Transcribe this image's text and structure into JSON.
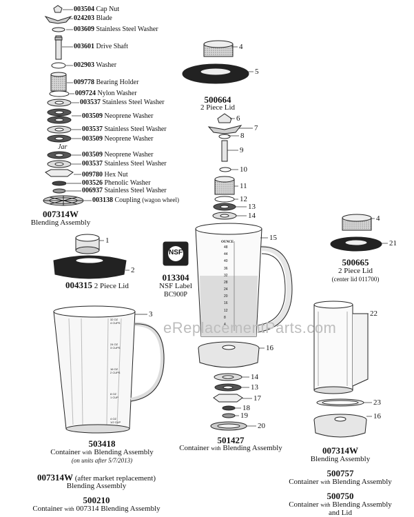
{
  "kit_parts": [
    {
      "num": "003504",
      "name": "Cap Nut"
    },
    {
      "num": "024203",
      "name": "Blade"
    },
    {
      "num": "003609",
      "name": "Stainless Steel Washer"
    },
    {
      "num": "003601",
      "name": "Drive Shaft"
    },
    {
      "num": "002903",
      "name": "Washer"
    },
    {
      "num": "009778",
      "name": "Bearing Holder"
    },
    {
      "num": "009724",
      "name": "Nylon Washer"
    },
    {
      "num": "003537",
      "name": "Stainless Steel Washer"
    },
    {
      "num": "003509",
      "name": "Neoprene Washer"
    },
    {
      "num": "003537",
      "name": "Stainless Steel Washer"
    },
    {
      "num": "003509",
      "name": "Neoprene Washer"
    },
    {
      "num": "003509",
      "name": "Neoprene Washer"
    },
    {
      "num": "003537",
      "name": "Stainless Steel Washer"
    },
    {
      "num": "009780",
      "name": "Hex Nut"
    },
    {
      "num": "003526",
      "name": "Phenolic Washer"
    },
    {
      "num": "006937",
      "name": "Stainless Steel Washer"
    },
    {
      "num": "003138",
      "name": "Coupling",
      "note": "(wagon wheel)"
    }
  ],
  "jar_label": "Jar",
  "kit_assembly": {
    "num": "007314W",
    "name": "Blending Assembly"
  },
  "lid_004315": {
    "num": "004315",
    "name": "2 Piece Lid"
  },
  "nsf": {
    "badge": "NSF",
    "num": "013304",
    "name": "NSF Label",
    "model": "BC900P"
  },
  "lid_500664": {
    "num": "500664",
    "name": "2 Piece Lid"
  },
  "lid_500665": {
    "num": "500665",
    "name": "2 Piece Lid",
    "note": "(center lid 011700)"
  },
  "callouts": [
    "1",
    "2",
    "3",
    "4",
    "5",
    "6",
    "7",
    "8",
    "9",
    "10",
    "11",
    "12",
    "13",
    "14",
    "15",
    "16",
    "14",
    "13",
    "17",
    "18",
    "19",
    "20",
    "4",
    "21",
    "22",
    "23",
    "16"
  ],
  "jar_ounce_label": "OUNCE",
  "jar_ounce_marks": [
    "48",
    "44",
    "40",
    "36",
    "32",
    "28",
    "24",
    "20",
    "16",
    "12",
    "8",
    "4"
  ],
  "jar_cup_marks": [
    {
      "oz": "32 OZ",
      "cups": "4 CUPS"
    },
    {
      "oz": "24 OZ",
      "cups": "3 CUPS"
    },
    {
      "oz": "16 OZ",
      "cups": "2 CUPS"
    },
    {
      "oz": "8 OZ",
      "cups": "1 CUP"
    },
    {
      "oz": "4 OZ",
      "cups": "1/2 CUP"
    }
  ],
  "a503418": {
    "num": "503418",
    "line1a": "Container",
    "with": "with",
    "line1b": "Blending Assembly",
    "note": "(on units after 5/7/2013)"
  },
  "a007314w_after": {
    "num": "007314W",
    "qualifier": "(after market replacement)",
    "name": "Blending Assembly"
  },
  "a500210": {
    "num": "500210",
    "a": "Container",
    "with": "with",
    "b": "007314 Blending Assembly"
  },
  "a501427": {
    "num": "501427",
    "a": "Container",
    "with": "with",
    "b": "Blending Assembly"
  },
  "a007314w_right": {
    "num": "007314W",
    "name": "Blending Assembly"
  },
  "a500757": {
    "num": "500757",
    "a": "Container",
    "with": "with",
    "b": "Blending Assembly"
  },
  "a500750": {
    "num": "500750",
    "a": "Container",
    "with": "with",
    "b": "Blending Assembly",
    "c": "and Lid"
  },
  "watermark": "eReplacementParts.com"
}
